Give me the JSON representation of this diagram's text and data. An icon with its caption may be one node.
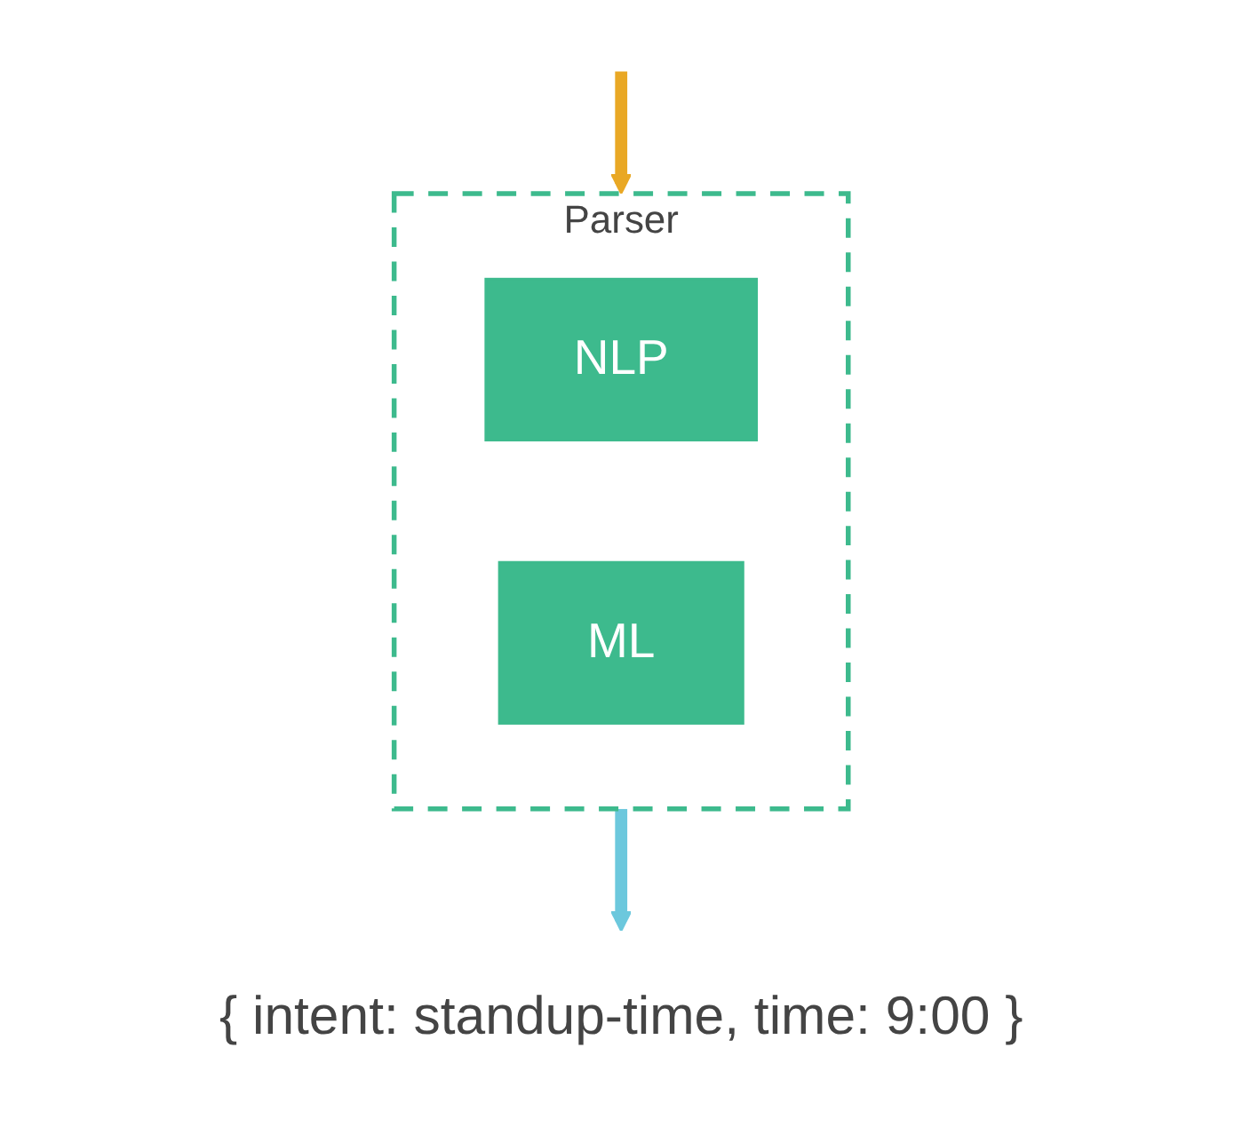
{
  "diagram": {
    "nodes": [
      {
        "text": [
          "Parser"
        ]
      },
      {
        "text": [
          "NLP"
        ],
        "in": 0
      },
      {
        "text": [
          "ML"
        ],
        "in": 0
      },
      {
        "text": [
          "{ intent: standup-time, time: 9:00 }"
        ]
      }
    ],
    "edges": [
      {
        "from": null,
        "to": 0,
        "arrow": "to",
        "color": "#e9a825"
      },
      {
        "from": 0,
        "to": 3,
        "arrow": "to",
        "color": "#6cc8dd"
      }
    ]
  }
}
